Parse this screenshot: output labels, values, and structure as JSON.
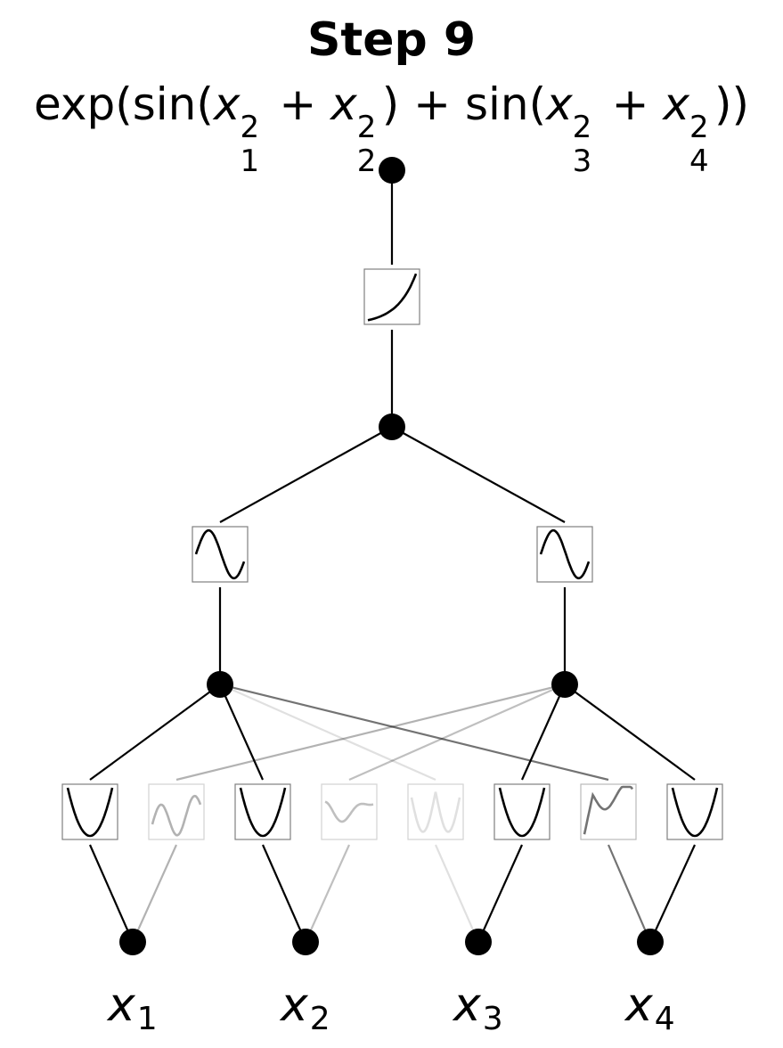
{
  "title": {
    "step": "Step 9"
  },
  "formula": {
    "prefix": "exp(sin(",
    "terms": [
      {
        "var": "x",
        "sup": "2",
        "sub": "1"
      },
      {
        "op": " + "
      },
      {
        "var": "x",
        "sup": "2",
        "sub": "2"
      },
      {
        "mid": ") + sin("
      },
      {
        "var": "x",
        "sup": "2",
        "sub": "3"
      },
      {
        "op": " + "
      },
      {
        "var": "x",
        "sup": "2",
        "sub": "4"
      }
    ],
    "suffix": "))"
  },
  "inputs": [
    {
      "var": "x",
      "sub": "1"
    },
    {
      "var": "x",
      "sub": "2"
    },
    {
      "var": "x",
      "sub": "3"
    },
    {
      "var": "x",
      "sub": "4"
    }
  ],
  "edges_layer1": [
    {
      "from_input": 0,
      "to_hidden": 0,
      "curve": "parabola",
      "opacity": 1.0
    },
    {
      "from_input": 0,
      "to_hidden": 1,
      "curve": "wavy",
      "opacity": 0.3
    },
    {
      "from_input": 1,
      "to_hidden": 0,
      "curve": "parabola",
      "opacity": 1.0
    },
    {
      "from_input": 1,
      "to_hidden": 1,
      "curve": "wavy-low",
      "opacity": 0.25
    },
    {
      "from_input": 2,
      "to_hidden": 0,
      "curve": "wave-u",
      "opacity": 0.12
    },
    {
      "from_input": 2,
      "to_hidden": 1,
      "curve": "parabola",
      "opacity": 1.0
    },
    {
      "from_input": 3,
      "to_hidden": 0,
      "curve": "spike-wave",
      "opacity": 0.55
    },
    {
      "from_input": 3,
      "to_hidden": 1,
      "curve": "parabola",
      "opacity": 1.0
    }
  ],
  "edges_layer2": [
    {
      "from_hidden": 0,
      "curve": "sine",
      "opacity": 1.0
    },
    {
      "from_hidden": 1,
      "curve": "sine",
      "opacity": 1.0
    }
  ],
  "edges_layer3": [
    {
      "curve": "exp",
      "opacity": 1.0
    }
  ],
  "colors": {
    "node": "#000000",
    "edge": "#000000",
    "box_border": "#808080",
    "background": "#ffffff"
  }
}
